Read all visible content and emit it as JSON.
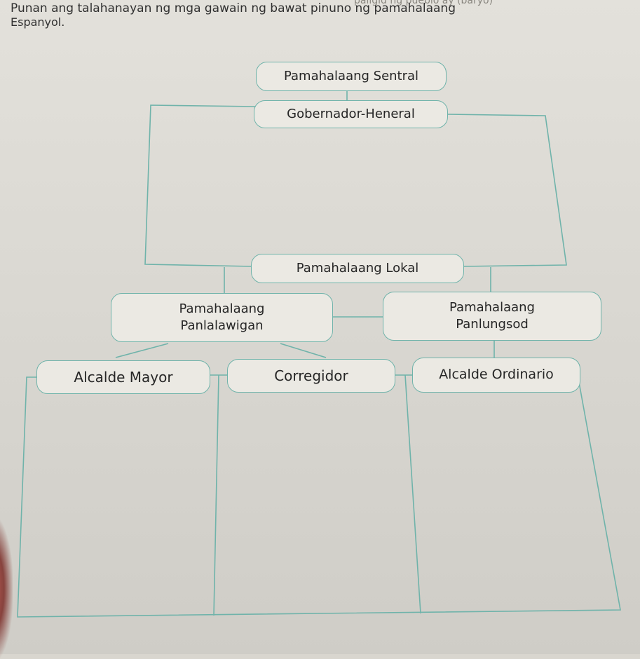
{
  "header": {
    "top_line": "paligid ng pueblo ay (baryo)",
    "instruction_line1": "Punan ang talahanayan ng mga gawain ng bawat pinuno ng pamahalaang",
    "instruction_line2": "Espanyol."
  },
  "chart": {
    "central_gov": "Pamahalaang Sentral",
    "governor_general": "Gobernador-Heneral",
    "local_gov": "Pamahalaang Lokal",
    "provincial_gov_line1": "Pamahalaang",
    "provincial_gov_line2": "Panlalawigan",
    "city_gov_line1": "Pamahalaang",
    "city_gov_line2": "Panlungsod",
    "alcalde_mayor": "Alcalde Mayor",
    "corregidor": "Corregidor",
    "alcalde_ordinario": "Alcalde Ordinario"
  },
  "colors": {
    "line": "#6fb3aa",
    "paper": "#e3e1db",
    "text": "#262626"
  }
}
